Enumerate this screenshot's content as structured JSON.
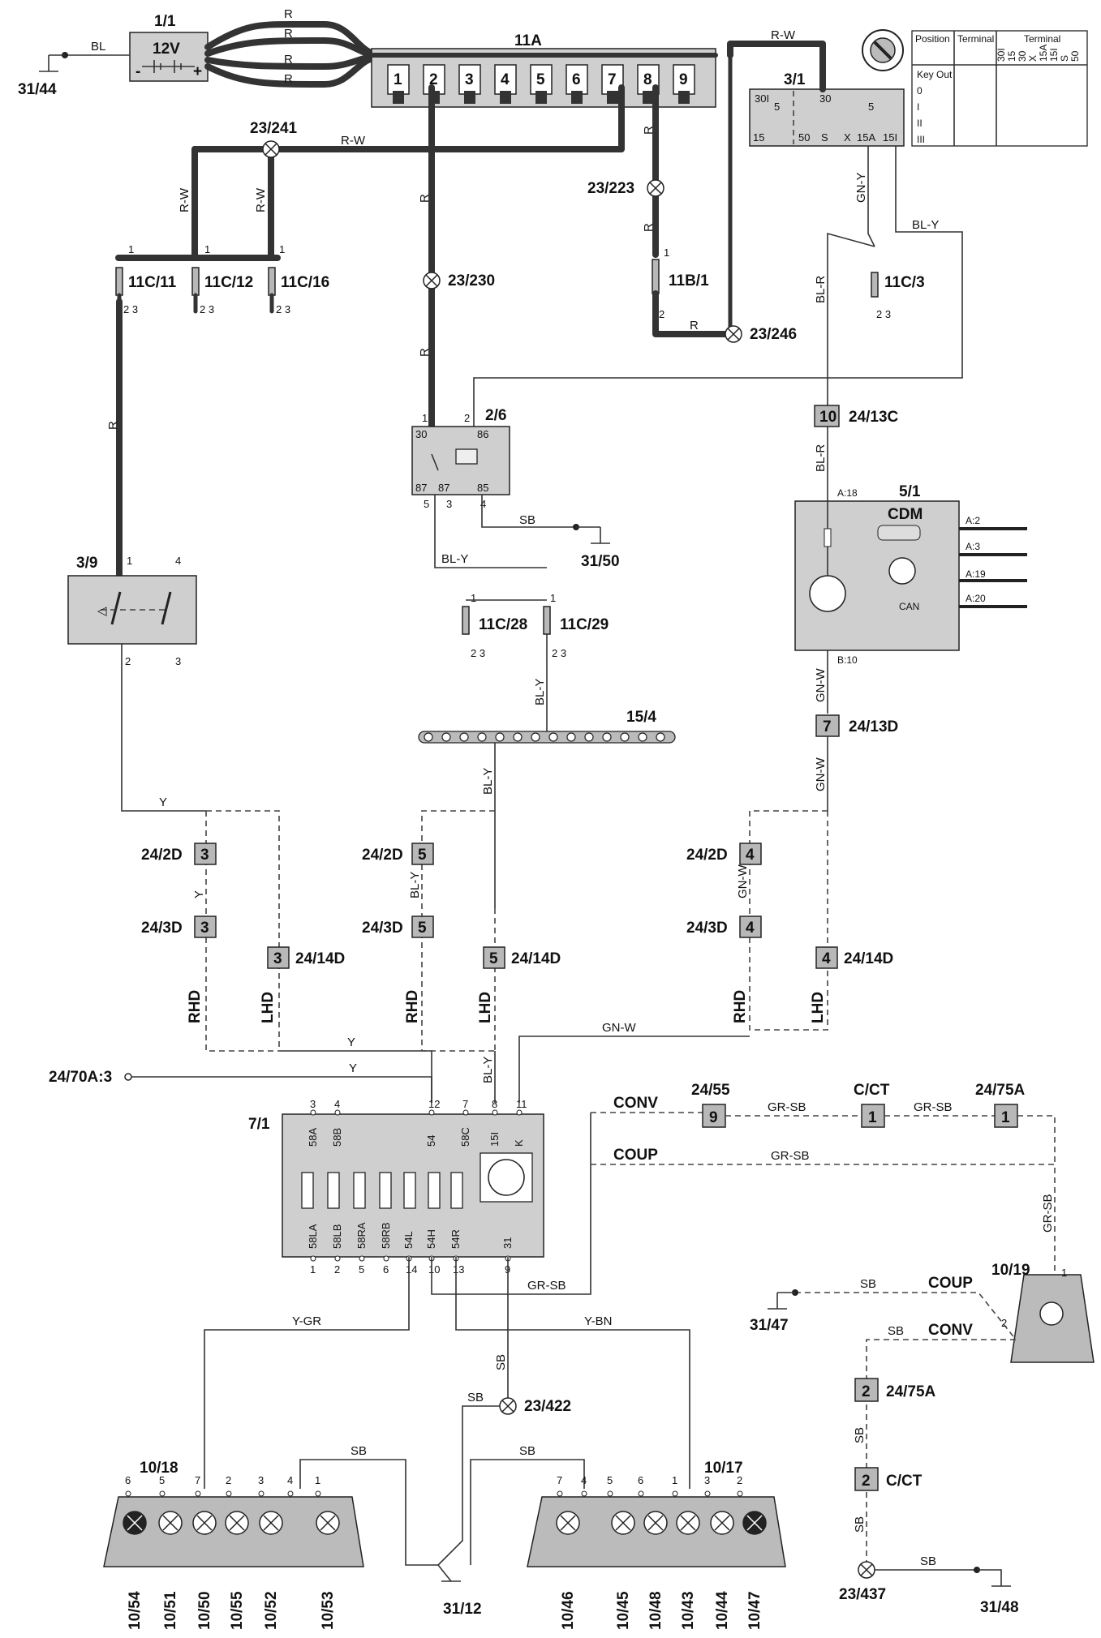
{
  "battery": {
    "id": "1/1",
    "label": "12V",
    "minus": "-",
    "plus": "+"
  },
  "grounds": [
    "31/44",
    "31/50",
    "31/47",
    "31/48",
    "31/12"
  ],
  "fusebox": {
    "id": "11A",
    "fuses": [
      "1",
      "2",
      "3",
      "4",
      "5",
      "6",
      "7",
      "8",
      "9"
    ]
  },
  "ignition_switch": {
    "id": "3/1",
    "terminals_top": [
      "30I",
      "5",
      "30",
      "5"
    ],
    "terminals_bottom": [
      "15",
      "50",
      "S",
      "X",
      "15A",
      "15I"
    ],
    "table": {
      "headers": [
        "Position",
        "Terminal",
        "Terminal"
      ],
      "cols": [
        "30I",
        "15",
        "30",
        "X",
        "15A",
        "15I",
        "S",
        "50"
      ],
      "rows": [
        "Key Out",
        "0",
        "I",
        "II",
        "III"
      ]
    }
  },
  "junctions": [
    "23/241",
    "23/223",
    "23/230",
    "23/246",
    "23/422",
    "23/437"
  ],
  "fuses": [
    "11C/11",
    "11C/12",
    "11C/16",
    "11B/1",
    "11C/3",
    "11C/28",
    "11C/29"
  ],
  "relay": {
    "id": "2/6",
    "pins": [
      "30",
      "86",
      "87",
      "87",
      "85"
    ],
    "pin_nums": [
      "1",
      "2",
      "5",
      "3",
      "4"
    ]
  },
  "switch": {
    "id": "3/9",
    "pins": [
      "1",
      "4",
      "2",
      "3"
    ]
  },
  "cdm": {
    "id": "5/1",
    "title": "CDM",
    "can": "CAN",
    "pins": [
      "A:18",
      "A:2",
      "A:3",
      "A:19",
      "A:20",
      "B:10"
    ]
  },
  "ground_bus": {
    "id": "15/4"
  },
  "connectors": [
    {
      "id": "24/13C",
      "pin": "10"
    },
    {
      "id": "24/13D",
      "pin": "7"
    },
    {
      "id": "24/2D",
      "pin": "3"
    },
    {
      "id": "24/3D",
      "pin": "3"
    },
    {
      "id": "24/14D",
      "pin": "3"
    },
    {
      "id": "24/2D",
      "pin": "5"
    },
    {
      "id": "24/3D",
      "pin": "5"
    },
    {
      "id": "24/14D",
      "pin": "5"
    },
    {
      "id": "24/2D",
      "pin": "4"
    },
    {
      "id": "24/3D",
      "pin": "4"
    },
    {
      "id": "24/14D",
      "pin": "4"
    },
    {
      "id": "24/55",
      "pin": "9"
    },
    {
      "id": "C/CT",
      "pin": "1"
    },
    {
      "id": "24/75A",
      "pin": "1"
    },
    {
      "id": "24/75A",
      "pin": "2"
    },
    {
      "id": "C/CT",
      "pin": "2"
    }
  ],
  "variants": {
    "rhd": "RHD",
    "lhd": "LHD",
    "conv": "CONV",
    "coup": "COUP"
  },
  "module": {
    "id": "7/1",
    "ref": "24/70A:3",
    "top_pins": [
      "3",
      "4",
      "12",
      "7",
      "8",
      "11"
    ],
    "top_labels": [
      "58A",
      "58B",
      "54",
      "58C",
      "15I",
      "K"
    ],
    "bottom_labels": [
      "58LA",
      "58LB",
      "58RA",
      "58RB",
      "54L",
      "54H",
      "54R",
      "31"
    ],
    "bottom_pins": [
      "1",
      "2",
      "5",
      "6",
      "14",
      "10",
      "13",
      "9"
    ]
  },
  "wire_colors": [
    "R",
    "R",
    "R",
    "R",
    "BL",
    "R-W",
    "R-W",
    "R-W",
    "R",
    "R",
    "R",
    "R",
    "R",
    "R",
    "GN-Y",
    "BL-Y",
    "BL-R",
    "BL-R",
    "SB",
    "BL-Y",
    "BL-Y",
    "BL-Y",
    "BL-Y",
    "GN-W",
    "GN-W",
    "GN-W",
    "Y",
    "Y",
    "Y",
    "Y",
    "Y",
    "BL-Y",
    "GN-W",
    "GR-SB",
    "GR-SB",
    "GR-SB",
    "GR-SB",
    "GR-SB",
    "Y-GR",
    "Y-BN",
    "SB",
    "SB",
    "SB",
    "SB",
    "SB",
    "SB",
    "SB",
    "SB",
    "SB"
  ],
  "rear_left": {
    "id": "10/18",
    "pins": [
      "6",
      "5",
      "7",
      "2",
      "3",
      "4",
      "1"
    ],
    "bulbs": [
      "10/54",
      "10/51",
      "10/50",
      "10/55",
      "10/52",
      "10/53"
    ]
  },
  "rear_right": {
    "id": "10/17",
    "pins": [
      "7",
      "4",
      "5",
      "6",
      "1",
      "3",
      "2"
    ],
    "bulbs": [
      "10/46",
      "10/45",
      "10/48",
      "10/43",
      "10/44",
      "10/47"
    ]
  },
  "lamp": {
    "id": "10/19",
    "pins": [
      "1",
      "2"
    ]
  }
}
